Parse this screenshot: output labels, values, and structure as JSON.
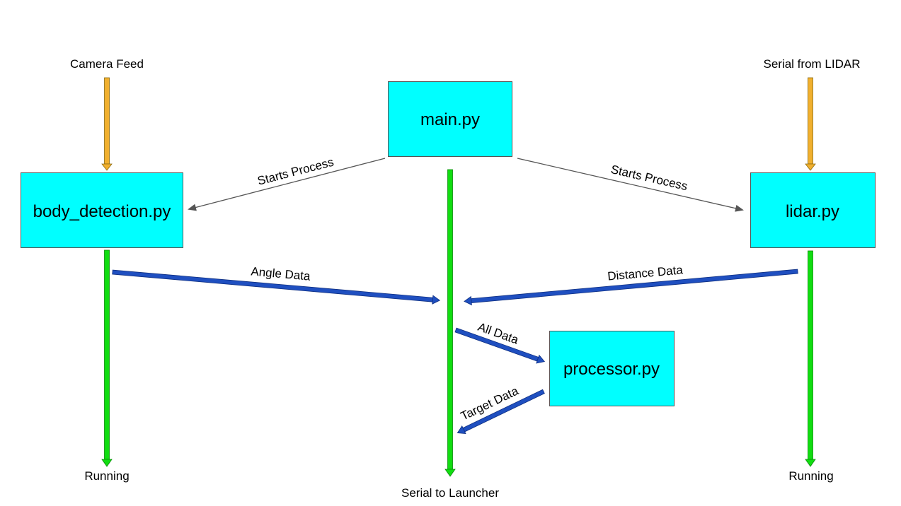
{
  "diagram": {
    "boxes": {
      "main": "main.py",
      "body": "body_detection.py",
      "lidar": "lidar.py",
      "processor": "processor.py"
    },
    "labels": {
      "camera_feed": "Camera Feed",
      "serial_from_lidar": "Serial from LIDAR",
      "starts_process_left": "Starts Process",
      "starts_process_right": "Starts Process",
      "angle_data": "Angle Data",
      "distance_data": "Distance Data",
      "all_data": "All Data",
      "target_data": "Target Data",
      "running_left": "Running",
      "running_right": "Running",
      "serial_to_launcher": "Serial to Launcher"
    },
    "colors": {
      "box_fill": "#00ffff",
      "input_arrow": "#f1b02f",
      "process_line": "#11dd11",
      "data_arrow": "#1f4fc0",
      "thin_arrow": "#555555"
    }
  }
}
